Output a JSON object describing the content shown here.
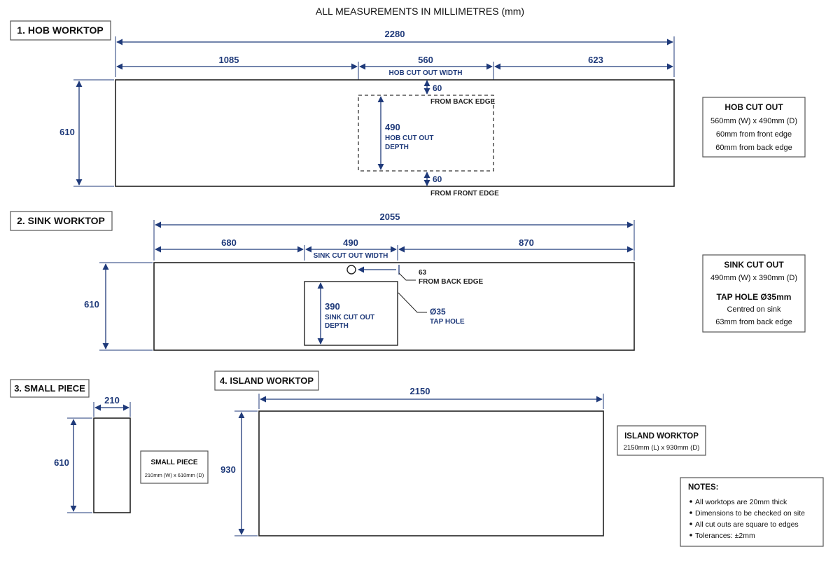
{
  "header": "ALL MEASUREMENTS IN MILLIMETRES (mm)",
  "hob": {
    "title": "1. HOB WORKTOP",
    "total": "2280",
    "seg_left": "1085",
    "seg_mid": "560",
    "seg_right": "623",
    "mid_label": "HOB CUT OUT WIDTH",
    "depth": "610",
    "back_val": "60",
    "back_label": "FROM BACK EDGE",
    "cut_depth": "490",
    "cut_depth_l1": "HOB CUT OUT",
    "cut_depth_l2": "DEPTH",
    "front_val": "60",
    "front_label": "FROM FRONT EDGE",
    "info": [
      "HOB CUT OUT",
      "560mm (W) x 490mm (D)",
      "60mm from front edge",
      "60mm from back edge"
    ]
  },
  "sink": {
    "title": "2. SINK WORKTOP",
    "total": "2055",
    "seg_left": "680",
    "seg_mid": "490",
    "seg_right": "870",
    "mid_label": "SINK CUT OUT WIDTH",
    "depth": "610",
    "tap_val": "63",
    "tap_label": "FROM BACK EDGE",
    "cut_depth": "390",
    "cut_depth_l1": "SINK CUT OUT",
    "cut_depth_l2": "DEPTH",
    "hole_val": "Ø35",
    "hole_label": "TAP HOLE",
    "info": [
      "SINK CUT OUT",
      "490mm (W) x 390mm (D)",
      "TAP HOLE Ø35mm",
      "Centred on sink",
      "63mm from back edge"
    ]
  },
  "small": {
    "title": "3. SMALL PIECE",
    "width": "210",
    "depth": "610",
    "info": [
      "SMALL PIECE",
      "210mm (W) x 610mm (D)"
    ]
  },
  "island": {
    "title": "4. ISLAND WORKTOP",
    "width": "2150",
    "depth": "930",
    "info": [
      "ISLAND WORKTOP",
      "2150mm (L) x 930mm (D)"
    ]
  },
  "notes": {
    "title": "NOTES:",
    "items": [
      "All worktops are 20mm thick",
      "Dimensions to be checked on site",
      "All cut outs are square to edges",
      "Tolerances: ±2mm"
    ]
  }
}
